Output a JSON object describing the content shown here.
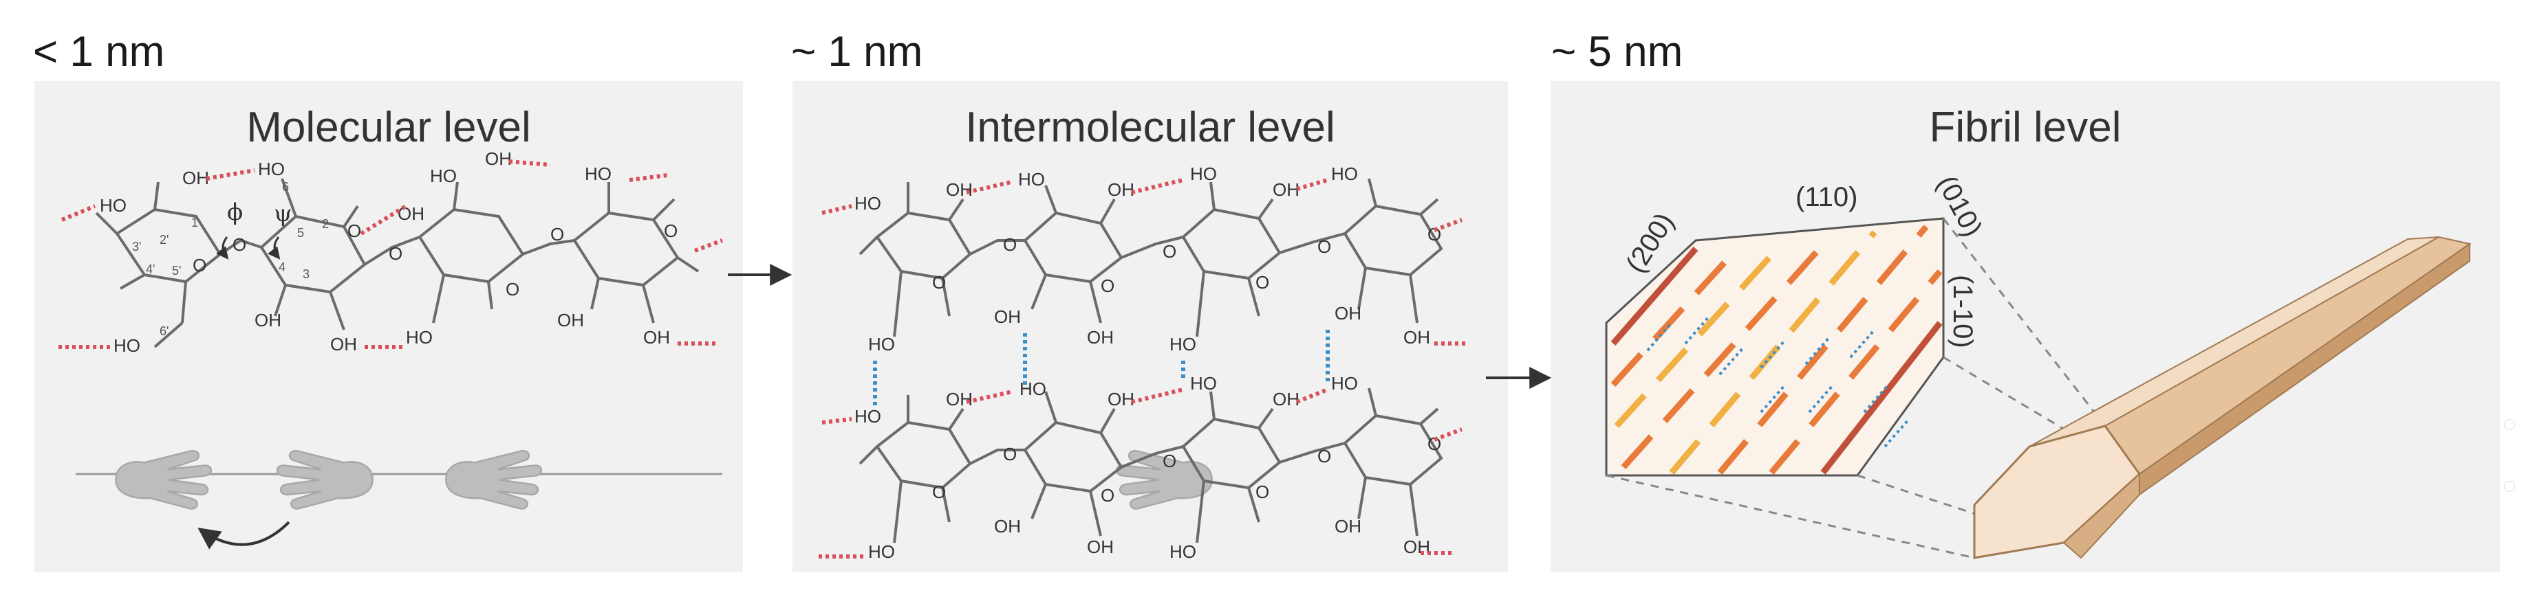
{
  "scales": [
    "< 1 nm",
    "~ 1 nm",
    "~ 5 nm"
  ],
  "panels": {
    "molecular": {
      "title": "Molecular level"
    },
    "intermolecular": {
      "title": "Intermolecular level"
    },
    "fibril": {
      "title": "Fibril level"
    }
  },
  "atom_labels": {
    "ho": "HO",
    "oh": "OH",
    "o": "O"
  },
  "ring_numbers": [
    "1",
    "2",
    "3",
    "4",
    "5",
    "6",
    "6'",
    "2'",
    "3'",
    "4'",
    "5'"
  ],
  "torsion_angles": {
    "phi": "ϕ",
    "psi": "ψ"
  },
  "crystal_faces": [
    "(200)",
    "(110)",
    "(010)",
    "(1-10)"
  ],
  "colors": {
    "panel_bg": "#f1f1f1",
    "bond": "#6b6b6b",
    "hbond_red": "#d9505a",
    "hbond_blue": "#3a8fc9",
    "fibril_light": "#f3dcc4",
    "fibril_mid": "#e6c29d",
    "fibril_dark": "#c99a6c",
    "stripe_dark": "#c0503a",
    "stripe_orange": "#e87a3a",
    "stripe_yellow": "#f0b042"
  },
  "icons": [
    "hand-icon",
    "rotation-arrow-icon",
    "process-arrow-icon"
  ]
}
